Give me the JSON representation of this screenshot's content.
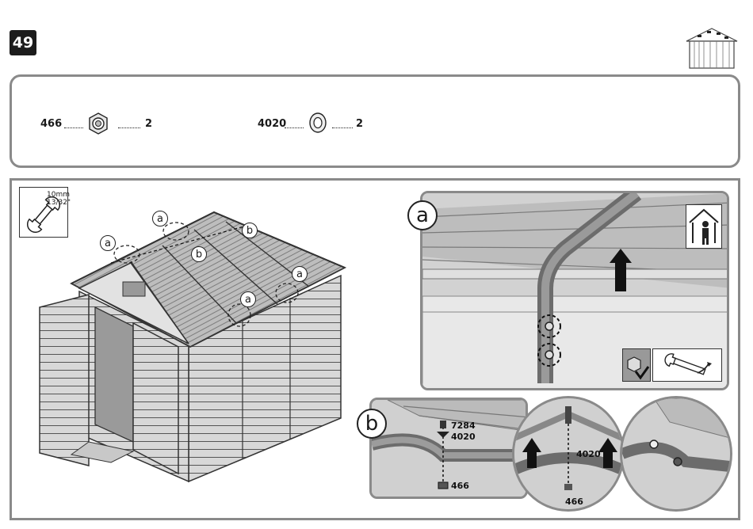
{
  "step": {
    "number": "49"
  },
  "parts": [
    {
      "id": "466",
      "qty": "2",
      "icon": "hex-nut-icon"
    },
    {
      "id": "4020",
      "qty": "2",
      "icon": "washer-icon"
    }
  ],
  "tool": {
    "size_mm": "10mm",
    "size_in": "13/32\"",
    "icon": "wrench-icon"
  },
  "shed_callouts": {
    "a": "a",
    "b": "b"
  },
  "detail_a": {
    "label": "a",
    "icons": [
      "person-in-house-icon",
      "nut-tighten-icon",
      "wrench-tighten-icon"
    ]
  },
  "detail_b": {
    "label": "b",
    "bolt_part": "7284",
    "washer_part": "4020",
    "nut_part": "466",
    "center_washer": "4020",
    "center_nut": "466"
  }
}
